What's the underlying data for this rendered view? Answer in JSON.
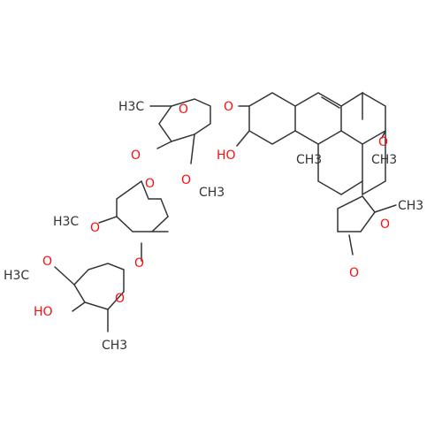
{
  "colors": {
    "bond": "#333333",
    "oxygen": "#ff0d0d",
    "background": "#ffffff"
  },
  "labels": {
    "o_glyco_link": "O",
    "o_ring1": "O",
    "ch3_ring1": "H3C",
    "o_ring1_to_ring2": "O",
    "o_methoxy1": "O",
    "ch3_methoxy1": "CH3",
    "o_ring2": "O",
    "ho_steroid": "HO",
    "o_methoxy2": "O",
    "h3c_methoxy2": "H3C",
    "o_ring2_to_ring3": "O",
    "o_methoxy3": "O",
    "h3c_methoxy3": "H3C",
    "o_ring3": "O",
    "ho_ring3": "HO",
    "ch3_methyl_a": "CH3",
    "ketone_o": "O",
    "ch3_methyl_b": "CH3",
    "ch3_methyl_c": "CH3",
    "ch3_methyl_d": "CH3",
    "lactone_o_ring": "O",
    "lactone_o_carbonyl": "O"
  }
}
